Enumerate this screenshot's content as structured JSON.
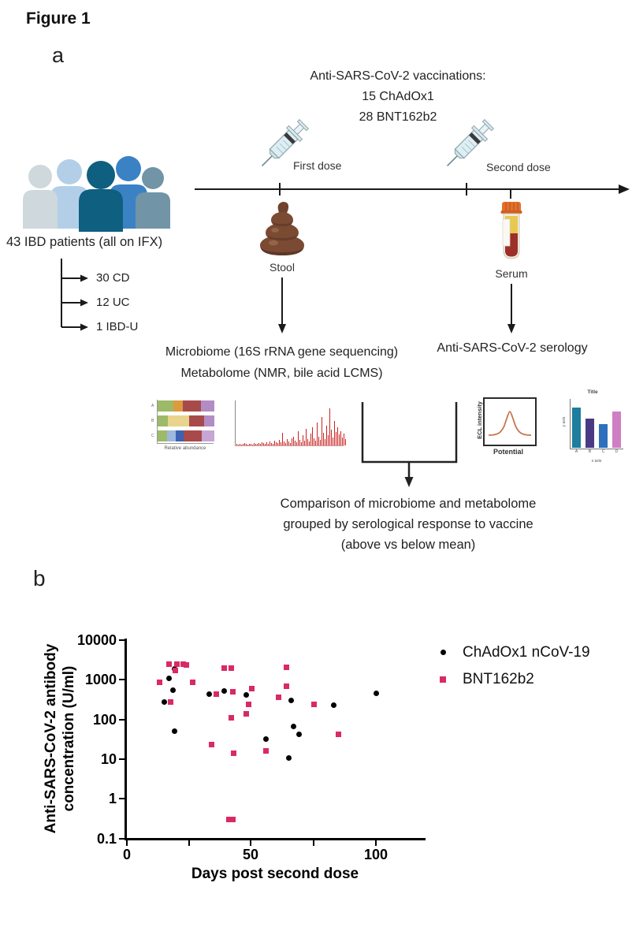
{
  "figure": {
    "title": "Figure 1"
  },
  "panel_a": {
    "label": "a",
    "vaccinations": {
      "line1": "Anti-SARS-CoV-2 vaccinations:",
      "line2": "15 ChAdOx1",
      "line3": "28 BNT162b2"
    },
    "timeline": {
      "first_dose": "First dose",
      "second_dose": "Second dose"
    },
    "patients": {
      "title": "43 IBD patients (all on IFX)",
      "groups": [
        "30 CD",
        "12 UC",
        "1 IBD-U"
      ]
    },
    "stool": {
      "label": "Stool"
    },
    "serum": {
      "label": "Serum"
    },
    "analysis": {
      "microbiome_line1": "Microbiome (16S rRNA gene sequencing)",
      "microbiome_line2": "Metabolome (NMR, bile acid LCMS)",
      "serology": "Anti-SARS-CoV-2 serology"
    },
    "comparison": {
      "line1": "Comparison of microbiome and metabolome",
      "line2": "grouped by serological response to vaccine",
      "line3": "(above vs below mean)"
    },
    "thumbnails": {
      "abundance": {
        "xlabel": "Relative abundance",
        "rows": [
          {
            "label": "A",
            "segments": [
              {
                "w": 28,
                "c": "#9cba67"
              },
              {
                "w": 16,
                "c": "#dd9a3e"
              },
              {
                "w": 33,
                "c": "#a84a4a"
              },
              {
                "w": 23,
                "c": "#b38cc4"
              }
            ]
          },
          {
            "label": "B",
            "segments": [
              {
                "w": 18,
                "c": "#9cba67"
              },
              {
                "w": 38,
                "c": "#e8d48c"
              },
              {
                "w": 26,
                "c": "#a84a4a"
              },
              {
                "w": 18,
                "c": "#b38cc4"
              }
            ]
          },
          {
            "label": "C",
            "segments": [
              {
                "w": 17,
                "c": "#9cba67"
              },
              {
                "w": 15,
                "c": "#9db8dc"
              },
              {
                "w": 14,
                "c": "#3b62b4"
              },
              {
                "w": 32,
                "c": "#a84a4a"
              },
              {
                "w": 22,
                "c": "#c7a6d6"
              }
            ]
          }
        ]
      },
      "spectrum": {
        "color": "#cc2222",
        "peaks": [
          3,
          2,
          4,
          2,
          3,
          5,
          3,
          2,
          4,
          3,
          2,
          5,
          4,
          3,
          6,
          4,
          8,
          5,
          3,
          7,
          4,
          10,
          6,
          4,
          12,
          7,
          5,
          14,
          8,
          30,
          10,
          6,
          16,
          9,
          5,
          18,
          22,
          12,
          7,
          35,
          14,
          8,
          25,
          12,
          40,
          15,
          9,
          28,
          45,
          18,
          11,
          55,
          22,
          13,
          70,
          30,
          16,
          48,
          25,
          90,
          38,
          20,
          60,
          32,
          45,
          26,
          35,
          20,
          28,
          15
        ]
      },
      "ecl": {
        "ylabel": "ECL intensity",
        "xlabel": "Potential",
        "curve_color": "#c8764e"
      },
      "minibar": {
        "title": "Title",
        "ylabel": "y axis",
        "xlabel": "x axis",
        "categories": [
          "A",
          "B",
          "C",
          "D"
        ],
        "values": [
          11,
          8,
          6.5,
          10
        ],
        "ylim": [
          0,
          13
        ],
        "colors": [
          "#1d7e9e",
          "#4a3a86",
          "#2e6fbe",
          "#cf7fc4"
        ]
      }
    }
  },
  "panel_b": {
    "label": "b",
    "ylabel_line1": "Anti-SARS-CoV-2 antibody",
    "ylabel_line2": "concentration (U/ml)"
  },
  "chart_data": {
    "type": "scatter",
    "xlabel": "Days post second dose",
    "ylabel": "Anti-SARS-CoV-2 antibody concentration (U/ml)",
    "y_scale": "log",
    "ylim": [
      0.1,
      10000
    ],
    "y_ticks": [
      "10000",
      "1000",
      "100",
      "10",
      "1",
      "0.1"
    ],
    "xlim": [
      0,
      120
    ],
    "x_ticks": [
      "0",
      "50",
      "100"
    ],
    "grid": false,
    "legend_position": "right",
    "series": [
      {
        "name": "ChAdOx1 nCoV-19",
        "marker": "circle",
        "color": "#000000",
        "points": [
          [
            19,
            1900
          ],
          [
            17,
            1100
          ],
          [
            18.5,
            550
          ],
          [
            15,
            280
          ],
          [
            19,
            52
          ],
          [
            33,
            430
          ],
          [
            39,
            530
          ],
          [
            48,
            410
          ],
          [
            56,
            33
          ],
          [
            65,
            11
          ],
          [
            67,
            68
          ],
          [
            69,
            43
          ],
          [
            66,
            300
          ],
          [
            83,
            230
          ],
          [
            100,
            450
          ]
        ]
      },
      {
        "name": "BNT162b2",
        "marker": "square",
        "color": "#d92a63",
        "points": [
          [
            13,
            850
          ],
          [
            17,
            2500
          ],
          [
            20,
            2500
          ],
          [
            22.5,
            2500
          ],
          [
            24,
            2400
          ],
          [
            19.5,
            1700
          ],
          [
            26.5,
            880
          ],
          [
            17.5,
            280
          ],
          [
            39,
            2000
          ],
          [
            42,
            2000
          ],
          [
            36,
            430
          ],
          [
            42.5,
            500
          ],
          [
            50,
            600
          ],
          [
            49,
            240
          ],
          [
            48,
            140
          ],
          [
            42,
            110
          ],
          [
            61,
            360
          ],
          [
            64,
            2100
          ],
          [
            64,
            700
          ],
          [
            75,
            240
          ],
          [
            85,
            42
          ],
          [
            34,
            24
          ],
          [
            43,
            14
          ],
          [
            56,
            16
          ],
          [
            41,
            0.3
          ],
          [
            42.5,
            0.3
          ]
        ]
      }
    ]
  }
}
